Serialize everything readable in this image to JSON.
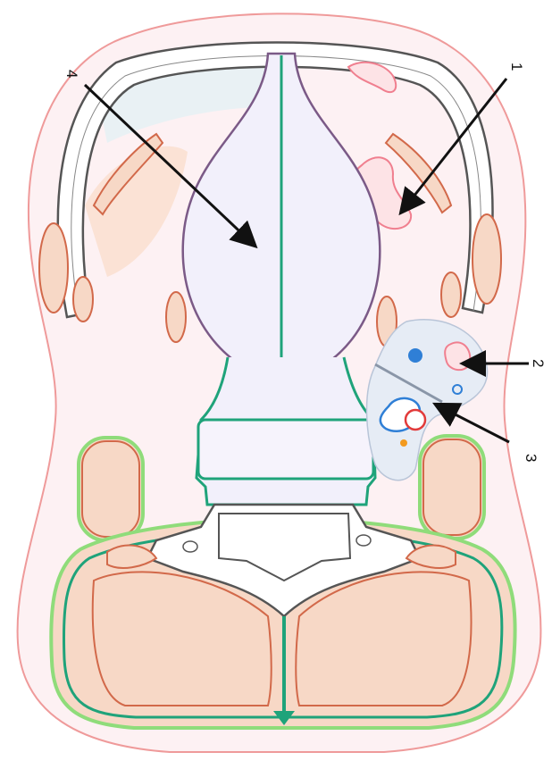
{
  "labels": [
    {
      "id": "1",
      "text": "1"
    },
    {
      "id": "2",
      "text": "2"
    },
    {
      "id": "3",
      "text": "3"
    },
    {
      "id": "4",
      "text": "4"
    }
  ],
  "colors": {
    "skin_outline": "#ef9a9a",
    "skin_fill": "#fdf1f3",
    "bone_outline": "#555555",
    "bone_fill": "#ffffff",
    "muscle_outline": "#d2694a",
    "muscle_fill": "#f7d8c6",
    "fascia_green": "#1fa37a",
    "fascia_light_green": "#8fdc7a",
    "organ_outline": "#7b5a87",
    "organ_fill": "#f2f0fb",
    "pink_vessel": "#f07f8f",
    "neurovascular_fill": "#e6ecf5",
    "blue": "#2f7fd6",
    "red": "#e23a3a",
    "orange": "#f39a1e",
    "arrow": "#111111"
  }
}
